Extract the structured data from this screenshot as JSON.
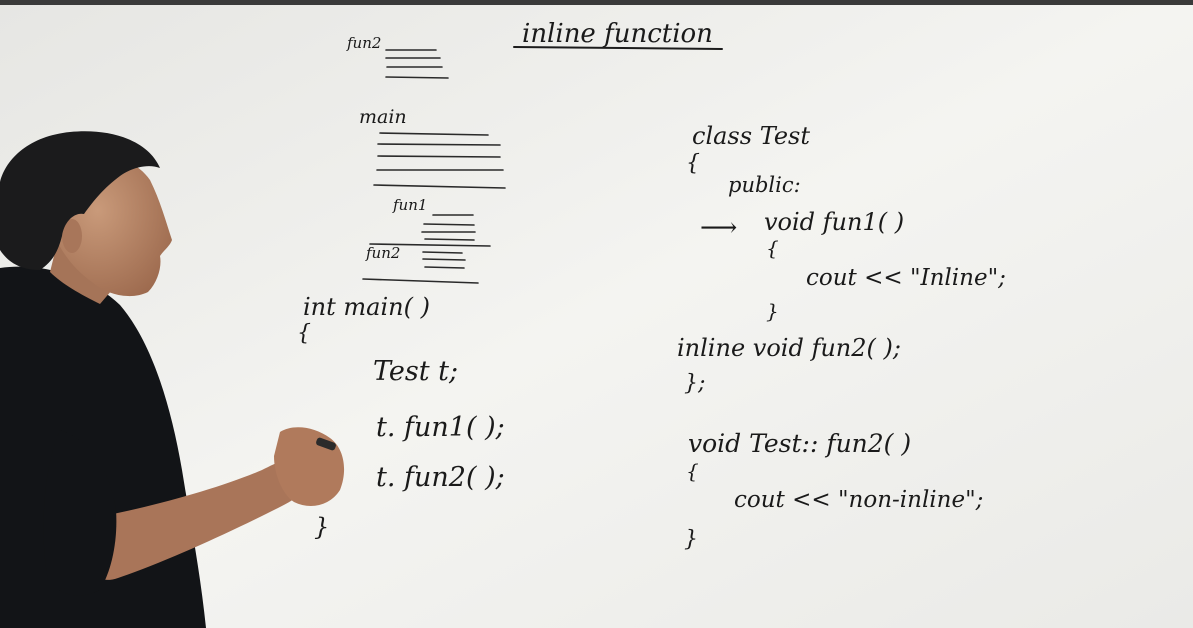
{
  "board": {
    "title": "inline function",
    "memory_sketch": {
      "fun2_top_label": "fun2",
      "main_label": "main",
      "fun1_label": "fun1",
      "fun2_label": "fun2"
    },
    "main_code": {
      "signature": "int main( )",
      "open_brace": "{",
      "line1": "Test t;",
      "line2": "t. fun1( );",
      "line3": "t. fun2( );",
      "close_brace": "}"
    },
    "class_code": {
      "header": "class Test",
      "open_brace": "{",
      "access": "public:",
      "arrow": "⟶",
      "method1": "void fun1( )",
      "method1_open": "{",
      "method1_body": "cout << \"Inline\";",
      "method1_close": "}",
      "inline_decl": "inline void fun2( );",
      "class_close": "};",
      "def_header": "void Test:: fun2( )",
      "def_open": "{",
      "def_body": "cout << \"non-inline\";",
      "def_close": "}"
    }
  },
  "colors": {
    "whiteboard": "#f4f4f1",
    "ink": "#1a1a1a",
    "shirt": "#121417",
    "skin": "#b98566",
    "hair": "#1b1b1c"
  }
}
